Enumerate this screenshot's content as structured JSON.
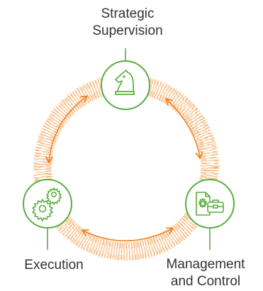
{
  "diagram": {
    "nodes": [
      {
        "id": "strategic",
        "label_lines": [
          "Strategic",
          "Supervision"
        ],
        "icon": "chess-knight-icon"
      },
      {
        "id": "execution",
        "label_lines": [
          "Execution"
        ],
        "icon": "gears-icon"
      },
      {
        "id": "management",
        "label_lines": [
          "Management",
          "and Control"
        ],
        "icon": "document-toolbox-icon"
      }
    ],
    "edges": [
      {
        "from": "strategic",
        "to": "execution",
        "bidirectional": true
      },
      {
        "from": "strategic",
        "to": "management",
        "bidirectional": true
      },
      {
        "from": "execution",
        "to": "management",
        "bidirectional": true
      }
    ]
  },
  "colors": {
    "node_stroke": "#5aae3f",
    "ring": "#f4a052",
    "arrow": "#ee8522",
    "text": "#333333"
  }
}
